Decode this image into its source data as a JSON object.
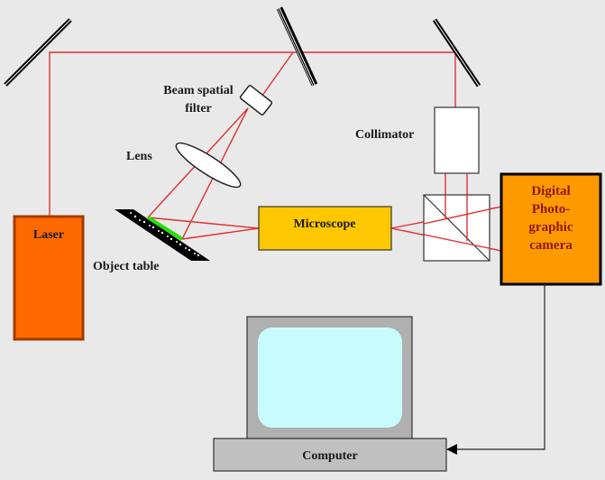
{
  "diagram": {
    "title": "Digital holographic microscopy setup",
    "labels": {
      "laser": "Laser",
      "beam_filter_line1": "Beam spatial",
      "beam_filter_line2": "filter",
      "lens": "Lens",
      "object_table": "Object table",
      "microscope": "Microscope",
      "collimator": "Collimator",
      "camera_line1": "Digital",
      "camera_line2": "Photo-",
      "camera_line3": "graphic",
      "camera_line4": "camera",
      "computer": "Computer"
    },
    "colors": {
      "background": "#e9e9e9",
      "laser_fill": "#ff6a00",
      "laser_border": "#a33a00",
      "microscope_fill": "#ffc800",
      "camera_fill": "#ff9900",
      "camera_text": "#8b1a00",
      "beam": "#e03030",
      "object_highlight": "#22e000",
      "screen": "#c8fcfc",
      "computer_case": "#b0b0b0"
    },
    "connections": [
      {
        "from": "Laser",
        "to": "Mirror (top-left)"
      },
      {
        "from": "Mirror (top-left)",
        "to": "Beam splitter mirror (top-center)"
      },
      {
        "from": "Beam splitter mirror (top-center)",
        "to": "Mirror (top-right)"
      },
      {
        "from": "Mirror (top-right)",
        "to": "Collimator"
      },
      {
        "from": "Collimator",
        "to": "Beam combiner cube"
      },
      {
        "from": "Beam splitter mirror (top-center)",
        "to": "Beam spatial filter"
      },
      {
        "from": "Beam spatial filter",
        "to": "Lens"
      },
      {
        "from": "Lens",
        "to": "Object table"
      },
      {
        "from": "Object table",
        "to": "Microscope"
      },
      {
        "from": "Microscope",
        "to": "Beam combiner cube"
      },
      {
        "from": "Beam combiner cube",
        "to": "Digital Photographic camera"
      },
      {
        "from": "Digital Photographic camera",
        "to": "Computer"
      }
    ]
  }
}
